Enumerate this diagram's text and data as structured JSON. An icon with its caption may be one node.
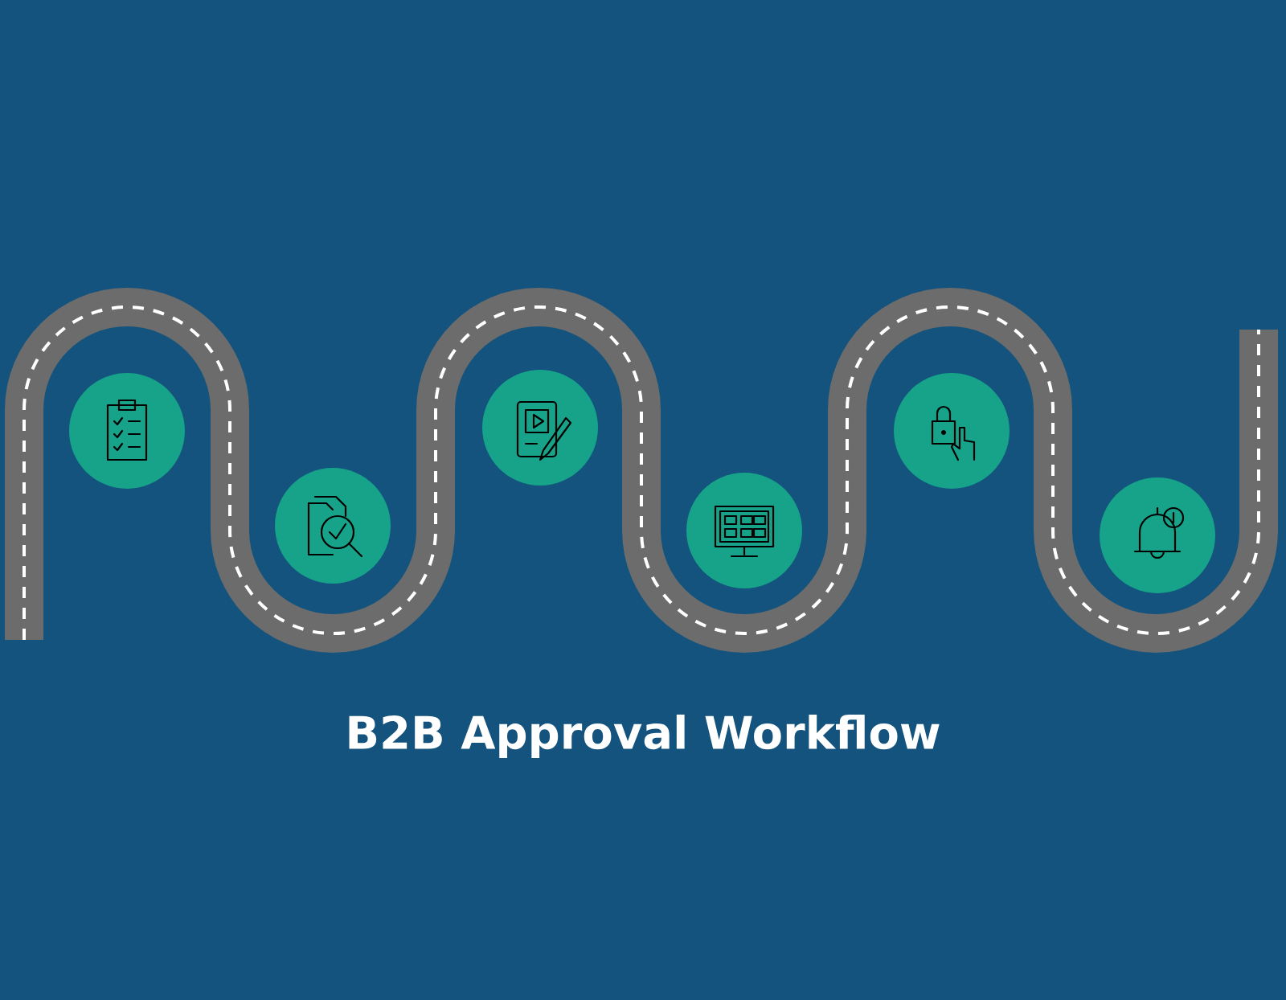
{
  "diagram": {
    "title": "B2B Approval Workflow",
    "nodes": [
      {
        "text": [],
        "shape": "circle"
      },
      {
        "text": [],
        "shape": "circle"
      },
      {
        "text": [],
        "shape": "circle"
      },
      {
        "text": [],
        "shape": "circle"
      },
      {
        "text": [],
        "shape": "circle"
      },
      {
        "text": [],
        "shape": "circle"
      }
    ]
  }
}
